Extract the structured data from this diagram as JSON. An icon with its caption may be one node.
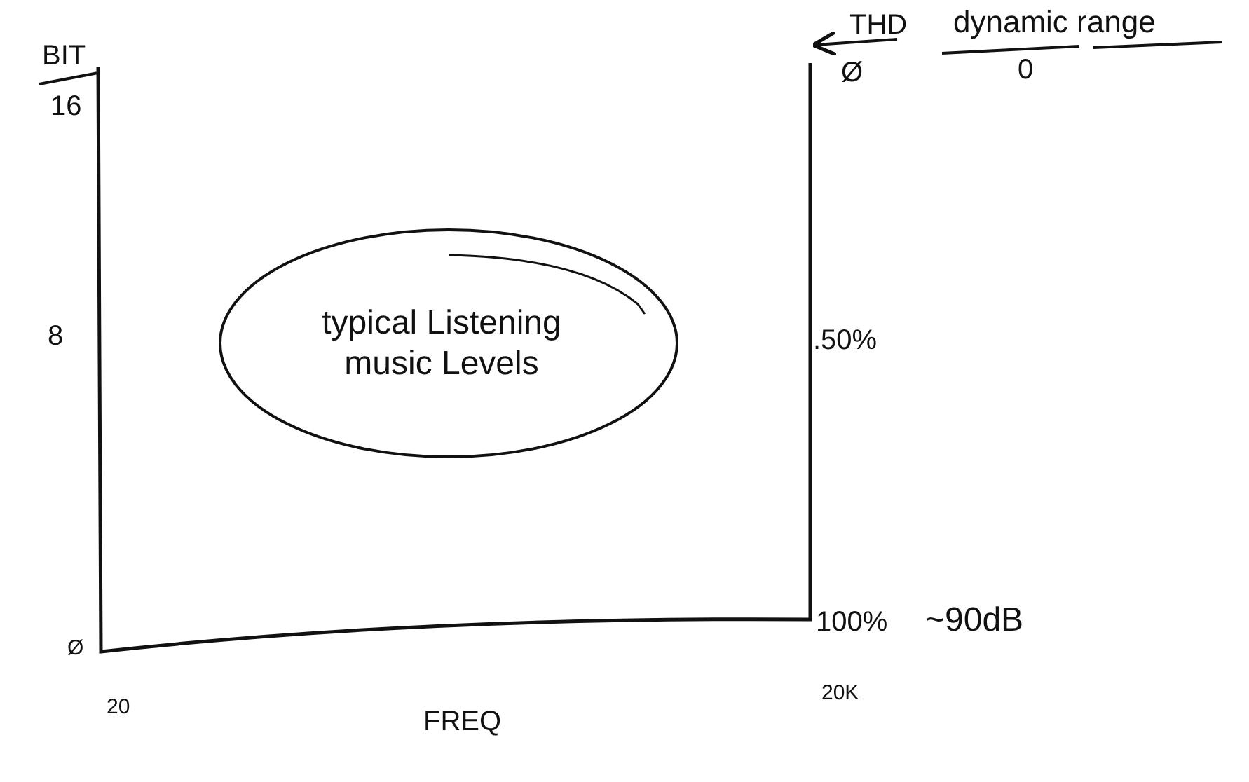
{
  "diagram": {
    "nodes": [
      {
        "text": [
          "typical Listening music Levels"
        ]
      }
    ],
    "edges": [],
    "labels": [
      "BIT",
      "16",
      "THD",
      "Ø",
      "dynamic range",
      "0",
      "8",
      ".50%",
      "100%",
      "~90dB",
      "Ø",
      "20K",
      "20",
      "FREQ"
    ]
  }
}
